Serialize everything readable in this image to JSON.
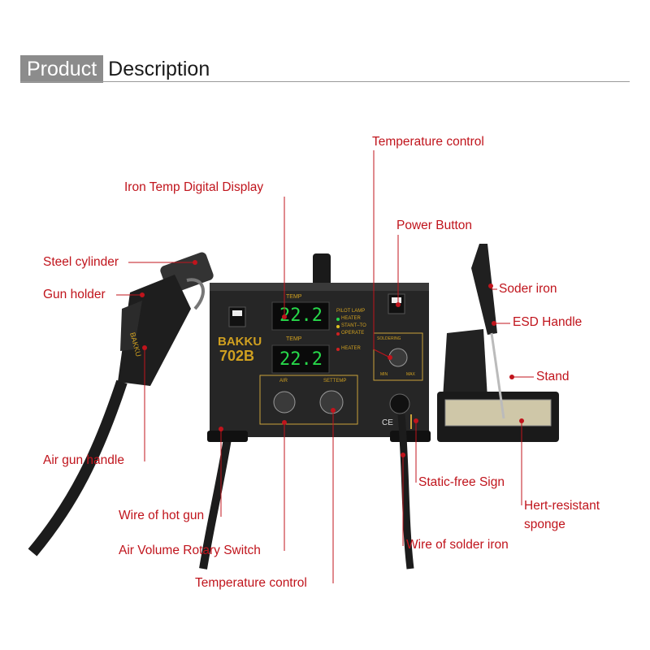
{
  "header": {
    "product": "Product",
    "description": "Description"
  },
  "device": {
    "brand": "BAKKU",
    "model": "702B",
    "display_top_label": "TEMP",
    "display_top_value": "22.2",
    "display_bottom_label": "TEMP",
    "display_bottom_value": "22.2",
    "pilot_lamp": "PILOT LAMP",
    "lamp_heater": "HEATER",
    "lamp_stant_to": "STANT–TO",
    "lamp_operate": "OPERATE",
    "lamp_heater2": "HEATER",
    "soldering": "SOLDERING",
    "min": "MIN",
    "max": "MAX",
    "air": "AIR",
    "settemp": "SETTEMP",
    "ce": "CE"
  },
  "labels": {
    "temperature_control_top": "Temperature control",
    "iron_temp_display": "Iron Temp Digital Display",
    "power_button": "Power Button",
    "steel_cylinder": "Steel cylinder",
    "gun_holder": "Gun holder",
    "soder_iron": "Soder iron",
    "esd_handle": "ESD Handle",
    "stand": "Stand",
    "air_gun_handle": "Air gun handle",
    "static_free_sign": "Static-free Sign",
    "hert_resistant_1": "Hert-resistant",
    "hert_resistant_2": "sponge",
    "wire_hot_gun": "Wire of hot gun",
    "air_volume_switch": "Air Volume Rotary Switch",
    "wire_solder_iron": "Wire of solder iron",
    "temperature_control_bottom": "Temperature control"
  },
  "colors": {
    "accent": "#c0141c",
    "header_box": "#8c8c8c",
    "device_body": "#2a2a2a",
    "led": "#27d84a"
  }
}
